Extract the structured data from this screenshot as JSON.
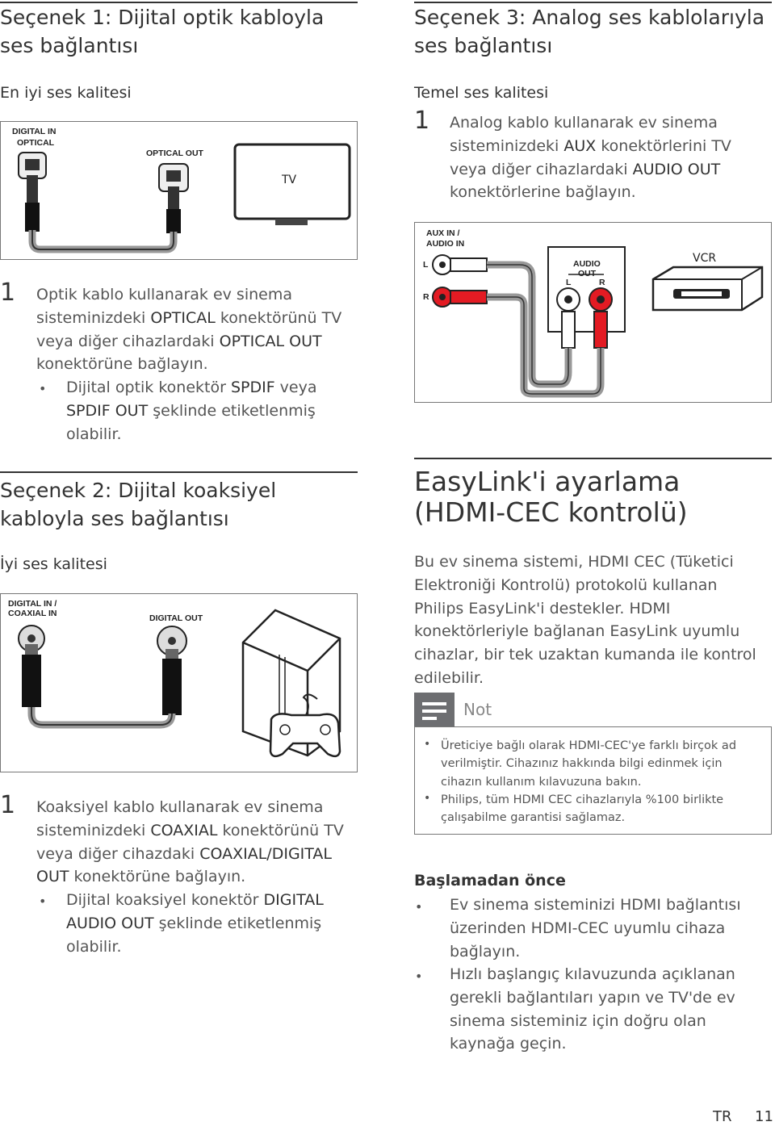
{
  "opt1": {
    "title": "Seçenek 1: Dijital optik kabloyla ses bağlantısı",
    "quality": "En iyi ses kalitesi",
    "diagram": {
      "digital_in": "DIGITAL IN",
      "optical": "OPTICAL",
      "optical_out": "OPTICAL OUT",
      "tv": "TV"
    },
    "step_num": "1",
    "step": {
      "t1": "Optik kablo kullanarak ev sinema sisteminizdeki ",
      "b1": "OPTICAL",
      "t2": " konektörünü TV veya diğer cihazlardaki ",
      "b2": "OPTICAL OUT",
      "t3": " konektörüne bağlayın."
    },
    "bullet": {
      "t1": "Dijital optik konektör ",
      "b1": "SPDIF",
      "t2": " veya ",
      "b2": "SPDIF OUT",
      "t3": " şeklinde etiketlenmiş olabilir."
    }
  },
  "opt2": {
    "title": "Seçenek 2: Dijital koaksiyel kabloyla ses bağlantısı",
    "quality": "İyi ses kalitesi",
    "diagram": {
      "digital_in": "DIGITAL IN /",
      "coaxial_in": "COAXIAL IN",
      "digital_out": "DIGITAL OUT"
    },
    "step_num": "1",
    "step": {
      "t1": "Koaksiyel kablo kullanarak ev sinema sisteminizdeki ",
      "b1": "COAXIAL",
      "t2": " konektörünü TV veya diğer cihazdaki ",
      "b2": "COAXIAL/DIGITAL OUT",
      "t3": " konektörüne bağlayın."
    },
    "bullet": {
      "t1": "Dijital koaksiyel konektör ",
      "b1": "DIGITAL AUDIO OUT",
      "t2": " şeklinde etiketlenmiş olabilir."
    }
  },
  "opt3": {
    "title": "Seçenek 3: Analog ses kablolarıyla ses bağlantısı",
    "quality": "Temel ses kalitesi",
    "step_num": "1",
    "step": {
      "t1": "Analog kablo kullanarak ev sinema sisteminizdeki ",
      "b1": "AUX",
      "t2": " konektörlerini TV veya diğer cihazlardaki ",
      "b2": "AUDIO OUT",
      "t3": " konektörlerine bağlayın."
    },
    "diagram": {
      "aux_in": "AUX IN /",
      "audio_in": "AUDIO IN",
      "l": "L",
      "r": "R",
      "audio": "AUDIO",
      "out": "OUT",
      "vcr": "VCR"
    }
  },
  "easylink": {
    "title": "EasyLink'i ayarlama (HDMI-CEC kontrolü)",
    "intro": "Bu ev sinema sistemi, HDMI CEC (Tüketici Elektroniği Kontrolü) protokolü kullanan Philips EasyLink'i destekler. HDMI konektörleriyle bağlanan EasyLink uyumlu cihazlar, bir tek uzaktan kumanda ile kontrol edilebilir.",
    "note_title": "Not",
    "notes": [
      "Üreticiye bağlı olarak HDMI-CEC'ye farklı birçok ad verilmiştir. Cihazınız hakkında bilgi edinmek için cihazın kullanım kılavuzuna bakın.",
      "Philips, tüm HDMI CEC cihazlarıyla %100 birlikte çalışabilme garantisi sağlamaz."
    ],
    "before_title": "Başlamadan önce",
    "before": [
      "Ev sinema sisteminizi HDMI bağlantısı üzerinden HDMI-CEC uyumlu cihaza bağlayın.",
      "Hızlı başlangıç kılavuzunda açıklanan gerekli bağlantıları yapın ve TV'de ev sinema sisteminiz için doğru olan kaynağa geçin."
    ]
  },
  "footer": {
    "lang": "TR",
    "page": "11"
  }
}
